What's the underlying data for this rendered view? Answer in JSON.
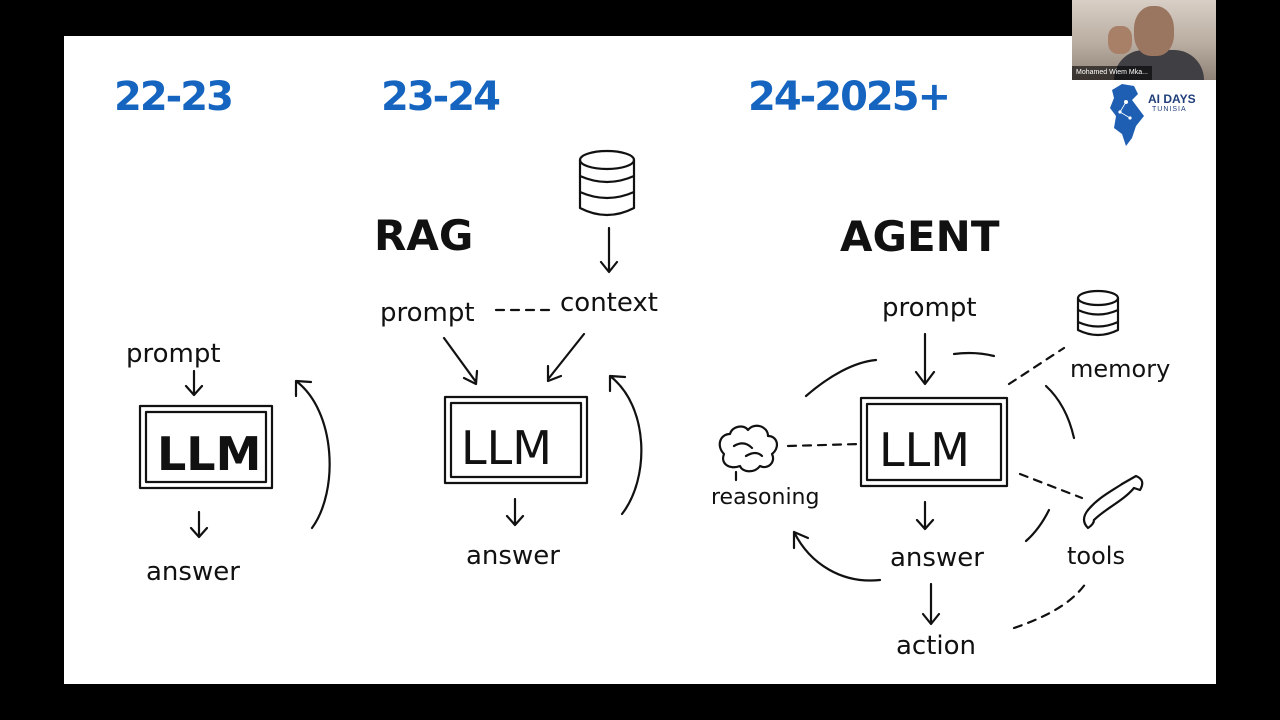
{
  "slide": {
    "eras": [
      "22-23",
      "23-24",
      "24-2025+"
    ],
    "rag_title": "RAG",
    "agent_title": "AGENT",
    "col1": {
      "prompt": "prompt",
      "llm": "LLM",
      "answer": "answer"
    },
    "col2": {
      "prompt": "prompt",
      "context": "context",
      "llm": "LLM",
      "answer": "answer"
    },
    "col3": {
      "prompt": "prompt",
      "llm": "LLM",
      "answer": "answer",
      "memory": "memory",
      "reasoning": "reasoning",
      "tools": "tools",
      "action": "action"
    }
  },
  "webcam": {
    "name": "Mohamed Wiem Mka..."
  },
  "logo": {
    "line1": "AI DAYS",
    "line2": "TUNISIA"
  },
  "colors": {
    "accent": "#1565c0",
    "ink": "#111111",
    "background": "#000000"
  },
  "icons": [
    "database-icon",
    "brain-icon",
    "pliers-icon",
    "tunisia-map-icon"
  ]
}
